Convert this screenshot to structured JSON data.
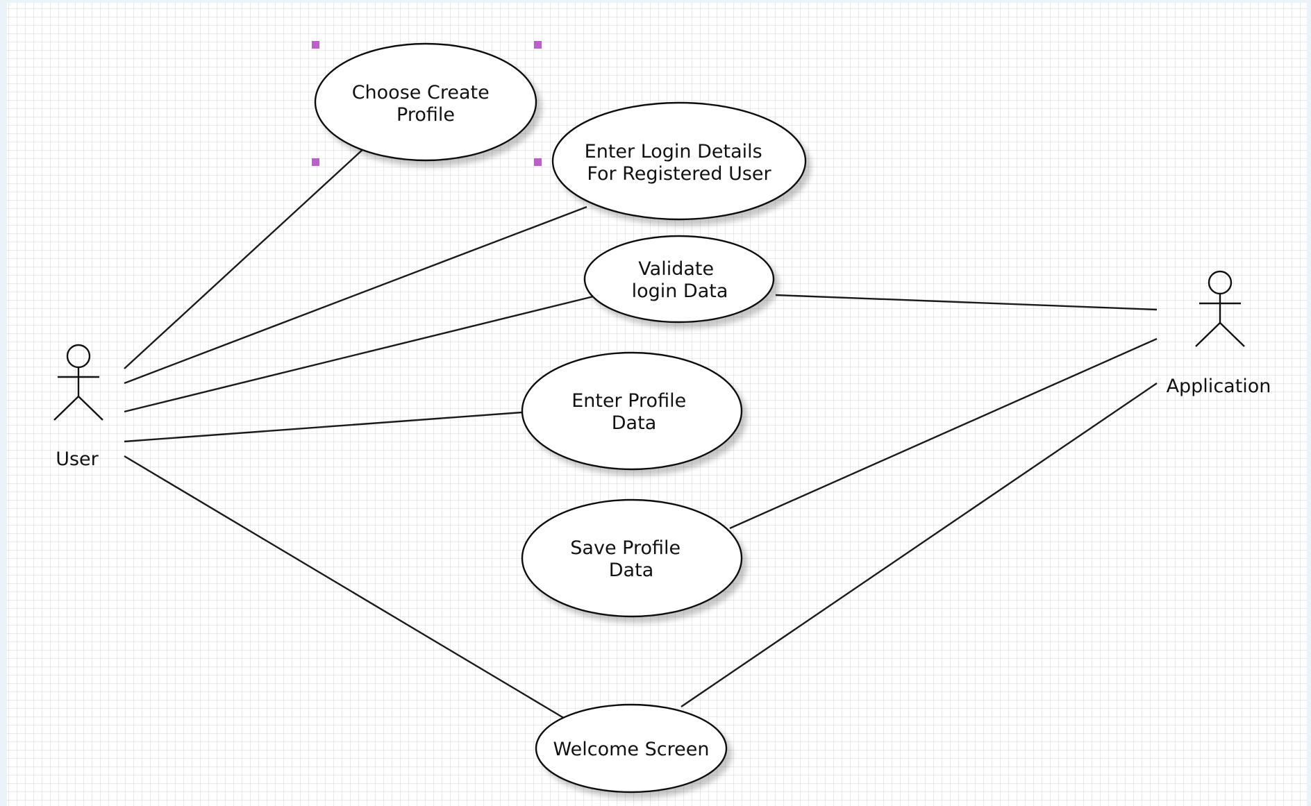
{
  "diagram": {
    "type": "uml-use-case",
    "colors": {
      "grid_line": "#c9c9c9",
      "grid_background": "#ffffff",
      "selection_handle": "#c05bd0",
      "stroke": "#111111"
    },
    "actors": [
      {
        "id": "user",
        "label": "User"
      },
      {
        "id": "application",
        "label": "Application"
      }
    ],
    "use_cases": [
      {
        "id": "choose-create-profile",
        "lines": [
          "Choose Create",
          "Profile"
        ],
        "selected": true
      },
      {
        "id": "enter-login-details",
        "lines": [
          "Enter Login Details",
          "For Registered User"
        ],
        "selected": false
      },
      {
        "id": "validate-login-data",
        "lines": [
          "Validate",
          "login Data"
        ],
        "selected": false
      },
      {
        "id": "enter-profile-data",
        "lines": [
          "Enter Profile",
          "Data"
        ],
        "selected": false
      },
      {
        "id": "save-profile-data",
        "lines": [
          "Save Profile",
          "Data"
        ],
        "selected": false
      },
      {
        "id": "welcome-screen",
        "lines": [
          "Welcome Screen"
        ],
        "selected": false
      }
    ],
    "associations": [
      {
        "from": "user",
        "to": "choose-create-profile"
      },
      {
        "from": "user",
        "to": "enter-login-details"
      },
      {
        "from": "user",
        "to": "validate-login-data"
      },
      {
        "from": "user",
        "to": "enter-profile-data"
      },
      {
        "from": "user",
        "to": "welcome-screen"
      },
      {
        "from": "application",
        "to": "validate-login-data"
      },
      {
        "from": "application",
        "to": "save-profile-data"
      },
      {
        "from": "application",
        "to": "welcome-screen"
      }
    ]
  }
}
